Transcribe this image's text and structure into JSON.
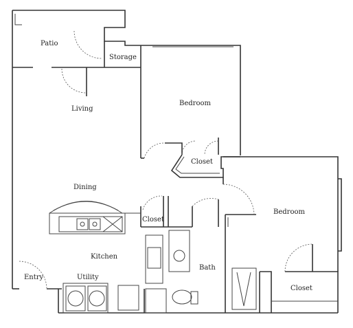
{
  "labels": {
    "patio": "Patio",
    "storage": "Storage",
    "living": "Living",
    "bedroom1": "Bedroom",
    "closet1": "Closet",
    "bedroom2": "Bedroom",
    "dining": "Dining",
    "closet2": "Closet",
    "kitchen": "Kitchen",
    "bath": "Bath",
    "entry": "Entry",
    "utility": "Utility",
    "closet3": "Closet"
  }
}
